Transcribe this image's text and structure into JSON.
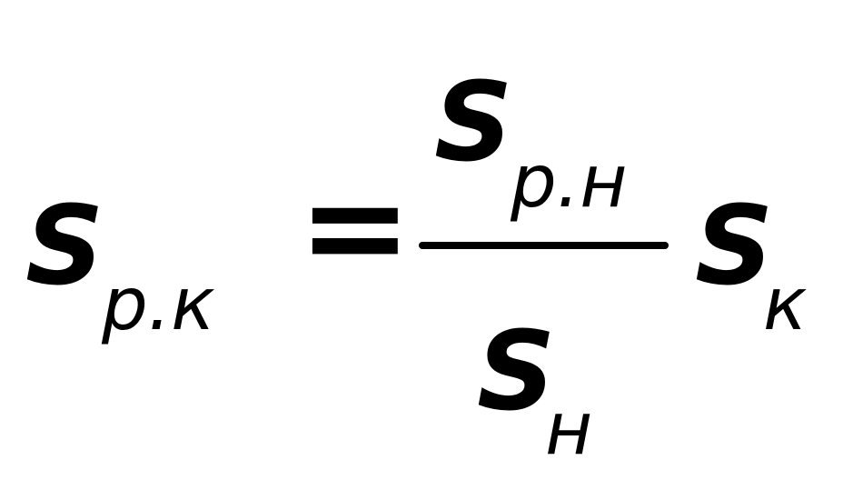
{
  "formula": {
    "lhs": {
      "symbol": "S",
      "subscript": "р.к"
    },
    "equals": "=",
    "fraction": {
      "numerator": {
        "symbol": "S",
        "subscript": "р.н"
      },
      "denominator": {
        "symbol": "S",
        "subscript": "н"
      }
    },
    "rhs_factor": {
      "symbol": "S",
      "subscript": "к"
    }
  }
}
